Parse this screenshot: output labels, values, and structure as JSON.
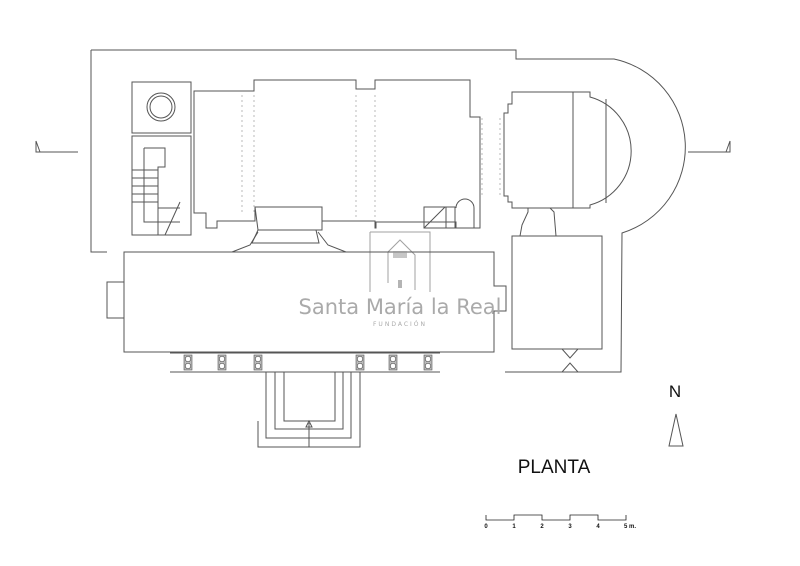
{
  "plan": {
    "title": "PLANTA",
    "north_label": "N",
    "watermark": {
      "name": "Santa María la Real",
      "subtitle": "FUNDACIÓN"
    },
    "scale": {
      "labels": [
        "0",
        "1",
        "2",
        "3",
        "4",
        "5 m."
      ]
    }
  }
}
